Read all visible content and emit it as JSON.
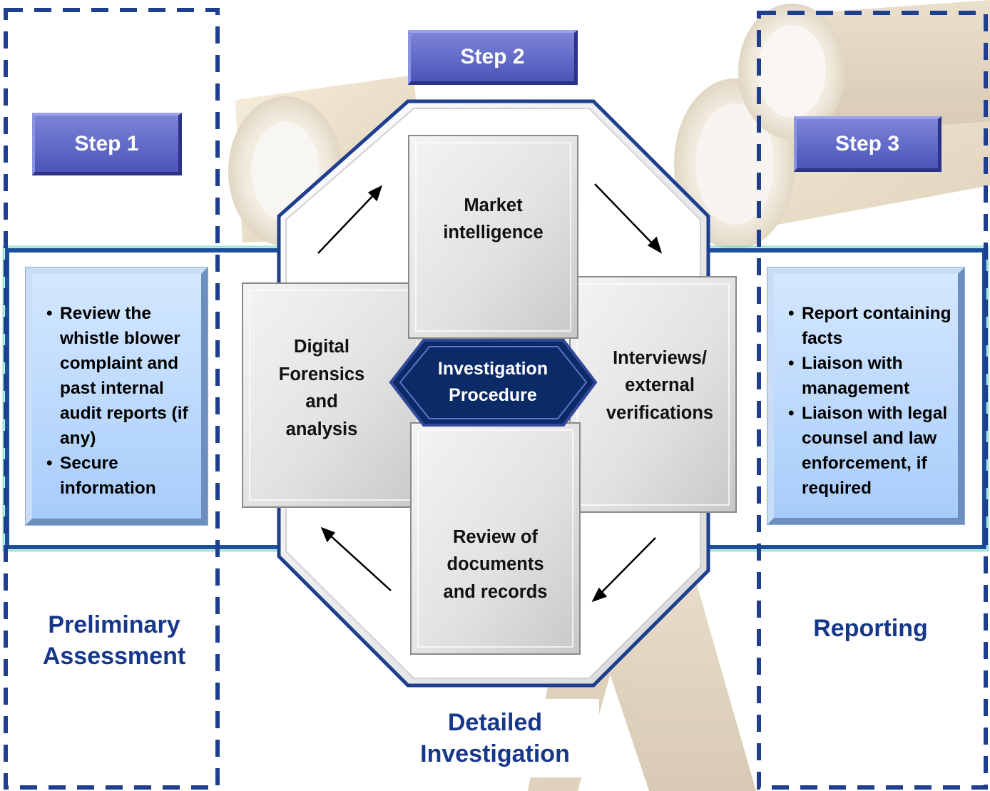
{
  "steps": [
    {
      "label": "Step 1"
    },
    {
      "label": "Step 2"
    },
    {
      "label": "Step 3"
    }
  ],
  "preliminary": {
    "stage_label_line1": "Preliminary",
    "stage_label_line2": "Assessment",
    "bullets": [
      "Review the whistle blower complaint and past internal audit reports (if any)",
      "Secure information"
    ]
  },
  "detailed": {
    "stage_label_line1": "Detailed",
    "stage_label_line2": "Investigation",
    "center_label_line1": "Investigation",
    "center_label_line2": "Procedure",
    "tiles": {
      "top": [
        "Market",
        "intelligence"
      ],
      "right": [
        "Interviews/",
        "external",
        "verifications"
      ],
      "bottom": [
        "Review of",
        "documents",
        "and records"
      ],
      "left": [
        "Digital",
        "Forensics",
        "and",
        "analysis"
      ]
    }
  },
  "reporting": {
    "stage_label": "Reporting",
    "bullets": [
      "Report containing facts",
      "Liaison with management",
      "Liaison with legal counsel and law enforcement, if required"
    ]
  },
  "colors": {
    "step_button": "#5c65c8",
    "band_border": "#1d4e9c",
    "band_glow": "#7fe0c9",
    "dashed_border": "#1e3f8f",
    "center_hexagon": "#0b2a66",
    "stage_label_text": "#16378a",
    "panel_fill": "#b9d7fb"
  }
}
